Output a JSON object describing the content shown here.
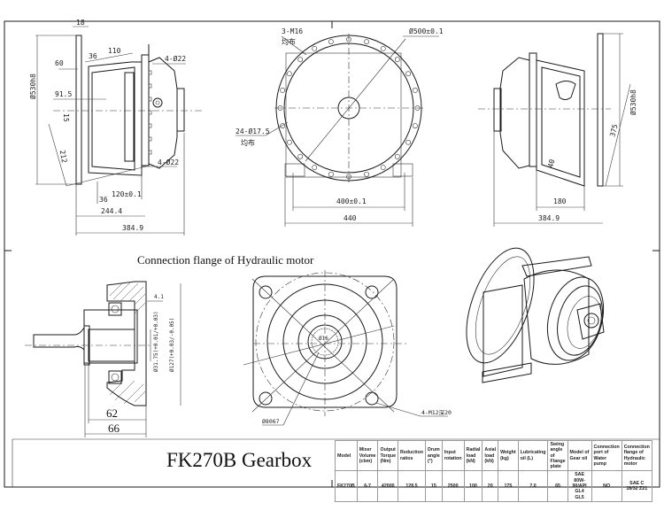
{
  "drawing": {
    "title": "FK270B Gearbox",
    "section_caption": "Connection flange of Hydraulic motor",
    "left_side_view": {
      "dims": [
        "18",
        "60",
        "36",
        "110",
        "4-Ø22",
        "91.5",
        "15",
        "212",
        "Ø530h8",
        "36",
        "120±0.1",
        "4-Ø22",
        "244.4",
        "384.9"
      ]
    },
    "front_view": {
      "dims": [
        "3-M16",
        "均布",
        "Ø500±0.1",
        "24-Ø17.5",
        "均布",
        "400±0.1",
        "440"
      ]
    },
    "right_side_view": {
      "dims": [
        "Ø530h8",
        "375",
        "40",
        "180",
        "384.9"
      ]
    },
    "flange_section": {
      "dims": [
        "4.1",
        "Ø31.75(+0.01/+0.03)",
        "Ø127(+0.03/-0.05)",
        "62",
        "66"
      ]
    },
    "flange_face": {
      "dims": [
        "Ø8067",
        "4-M12深20",
        "Ø16"
      ]
    }
  },
  "spec_table": {
    "headers": [
      "Model",
      "Mixer Volume (cbm)",
      "Output Torque (Nm)",
      "Reduction ratios",
      "Drum angle (°)",
      "Input rotation",
      "Radial load (kN)",
      "Axial load (kN)",
      "Weight (kg)",
      "Lubricating oil (L)",
      "Swing angle of Flange plate",
      "Model of Gear oil",
      "Connection port of Water pump",
      "Connection flange of Hydraulic motor"
    ],
    "rows": [
      [
        "FK270B",
        "6-7",
        "42000",
        "128.5",
        "15",
        "2500",
        "100",
        "20",
        "175",
        "7.0",
        "65",
        "SAE 80W-90/API GL4 GL5",
        "NO",
        "SAE C 16/32 Z21"
      ]
    ]
  }
}
